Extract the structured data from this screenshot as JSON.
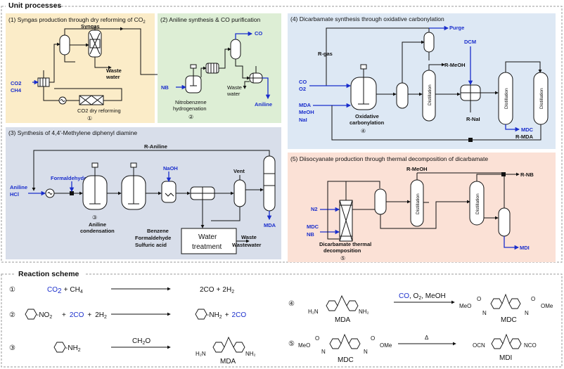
{
  "header_unit": "Unit processes",
  "header_reaction": "Reaction scheme",
  "panels": {
    "p1_title": "(1) Syngas production through dry reforming of CO",
    "p1_title_sub": "2",
    "p2_title": "(2) Aniline synthesis & CO purification",
    "p3_title": "(3) Synthesis of 4,4'-Methylene diphenyl diamine",
    "p4_title": "(4) Dicarbamate synthesis through oxidative carbonylation",
    "p5_title": "(5) Diisocyanate production through thermal decomposition of dicarbamate"
  },
  "labels": {
    "syngas": "Syngas",
    "waste_water": "Waste",
    "waste_water2": "water",
    "co2_in": "CO2",
    "ch4_in": "CH4",
    "dry_reforming": "CO2 dry reforming",
    "circ1": "①",
    "co_out": "CO",
    "nb_in": "NB",
    "nitro_hydro1": "Nitrobenzene",
    "nitro_hydro2": "hydrogenation",
    "circ2": "②",
    "waste2a": "Waste",
    "waste2b": "water",
    "aniline_out": "Aniline",
    "r_aniline": "R-Aniline",
    "formaldehyde": "Formaldehyde",
    "naoh": "NaOH",
    "vent": "Vent",
    "aniline_hcl1": "Aniline",
    "aniline_hcl2": "HCl",
    "circ3": "③",
    "aniline_cond1": "Aniline",
    "aniline_cond2": "condensation",
    "benzene": "Benzene",
    "formaldehyde2": "Formaldehyde",
    "sulfuric": "Sulfuric acid",
    "water_treat1": "Water",
    "water_treat2": "treatment",
    "waste3a": "Waste",
    "waste3b": "Wastewater",
    "mda_out": "MDA",
    "r_gas": "R-gas",
    "purge": "Purge",
    "dcm": "DCM",
    "r_meoh": "R-MeOH",
    "co_in4": "CO",
    "o2_in4": "O2",
    "mda_in4": "MDA",
    "meoh_in4": "MeOH",
    "nai_in4": "NaI",
    "ox_carb1": "Oxidative",
    "ox_carb2": "carbonylation",
    "circ4": "④",
    "r_nai": "R-NaI",
    "mdc_out": "MDC",
    "r_mda": "R-MDA",
    "distillation": "Distillation",
    "r_meoh5": "R-MeOH",
    "r_nb": "R-NB",
    "n2_in": "N2",
    "mdc_in5": "MDC",
    "nb_in5": "NB",
    "dicarb1": "Dicarbamate thermal",
    "dicarb2": "decomposition",
    "circ5": "⑤",
    "mdi_out": "MDI"
  },
  "reactions": [
    {
      "num": "①",
      "left": "CO2 + CH4",
      "right": "2CO + 2H2"
    },
    {
      "num": "②",
      "left": "C6H5NO2 + 2CO + 2H2",
      "right": "C6H5NH2 + 2CO"
    },
    {
      "num": "③",
      "left": "C6H5NH2",
      "condition": "CH2O",
      "right": "MDA"
    },
    {
      "num": "④",
      "left": "MDA",
      "condition": "CO, O2, MeOH",
      "right": "MDC"
    },
    {
      "num": "⑤",
      "left": "MDC",
      "condition": "Δ",
      "right": "MDI"
    }
  ],
  "rx": {
    "n1": "①",
    "co2": "CO",
    "two": "2",
    "plus": "+",
    "ch4": "CH",
    "four": "4",
    "r1_2co": "2CO",
    "r1_2h2": "2H",
    "n2": "②",
    "no2": "-NO",
    "r2_2co": "2CO",
    "r2_2h2": "2H",
    "nh2": "NH",
    "r2_2co_r": "2CO",
    "n3": "③",
    "ch2o": "CH",
    "ch2o_o": "O",
    "h2n": "H₂N",
    "nh2b": "NH₂",
    "mda": "MDA",
    "n4": "④",
    "cond4a": "CO",
    "cond4b": ", O",
    "cond4c": ", MeOH",
    "meo": "MeO",
    "ome": "OMe",
    "h": "H",
    "n": "N",
    "mdc": "MDC",
    "n5": "⑤",
    "delta": "Δ",
    "ocn": "OCN",
    "nco": "NCO",
    "mdi": "MDI"
  },
  "colors": {
    "panel1": "#fbecc8",
    "panel2": "#ddeed5",
    "panel3": "#d8deea",
    "panel4": "#dde8f4",
    "panel5": "#fbe1d6",
    "accent_blue": "#1a2ecc"
  }
}
